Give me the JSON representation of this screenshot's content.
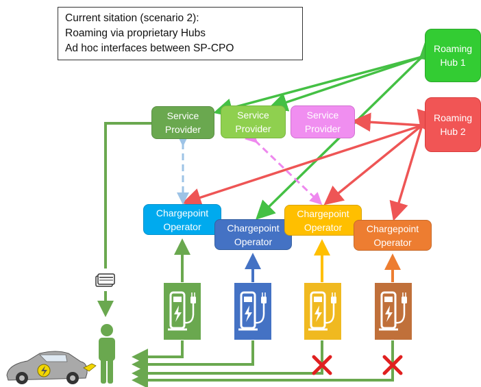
{
  "caption": {
    "lines": [
      "Current sitation (scenario 2):",
      "Roaming via proprietary Hubs",
      "Ad hoc interfaces between SP-CPO"
    ]
  },
  "hubs": [
    {
      "line1": "Roaming",
      "line2": "Hub 1",
      "color": "#33cc33"
    },
    {
      "line1": "Roaming",
      "line2": "Hub 2",
      "color": "#f15555"
    }
  ],
  "service_providers": [
    {
      "line1": "Service",
      "line2": "Provider",
      "color": "#6aa84f"
    },
    {
      "line1": "Service",
      "line2": "Provider",
      "color": "#8fd04f"
    },
    {
      "line1": "Service",
      "line2": "Provider",
      "color": "#f08ef0"
    }
  ],
  "cpos": [
    {
      "line1": "Chargepoint",
      "line2": "Operator",
      "color": "#00aaee"
    },
    {
      "line1": "Chargepoint",
      "line2": "Operator",
      "color": "#4472c4"
    },
    {
      "line1": "Chargepoint",
      "line2": "Operator",
      "color": "#ffbf00"
    },
    {
      "line1": "Chargepoint",
      "line2": "Operator",
      "color": "#ed7d31"
    }
  ],
  "chargers": [
    {
      "icon": "charging-station-icon",
      "color": "#6aa84f",
      "blocked": false
    },
    {
      "icon": "charging-station-icon",
      "color": "#4472c4",
      "blocked": false
    },
    {
      "icon": "charging-station-icon",
      "color": "#f0b920",
      "blocked": true
    },
    {
      "icon": "charging-station-icon",
      "color": "#c0703a",
      "blocked": true
    }
  ],
  "icons": {
    "driver": "person-icon",
    "car": "electric-car-icon",
    "card": "charging-card-icon",
    "blocked": "red-x-icon"
  },
  "colors": {
    "green_link": "#6aa84f",
    "hub1_link": "#44c044",
    "hub2_link": "#ee5555",
    "blue_dashed": "#9dc3e6",
    "pink_dashed": "#ee88ee",
    "cross": "#e02020"
  }
}
